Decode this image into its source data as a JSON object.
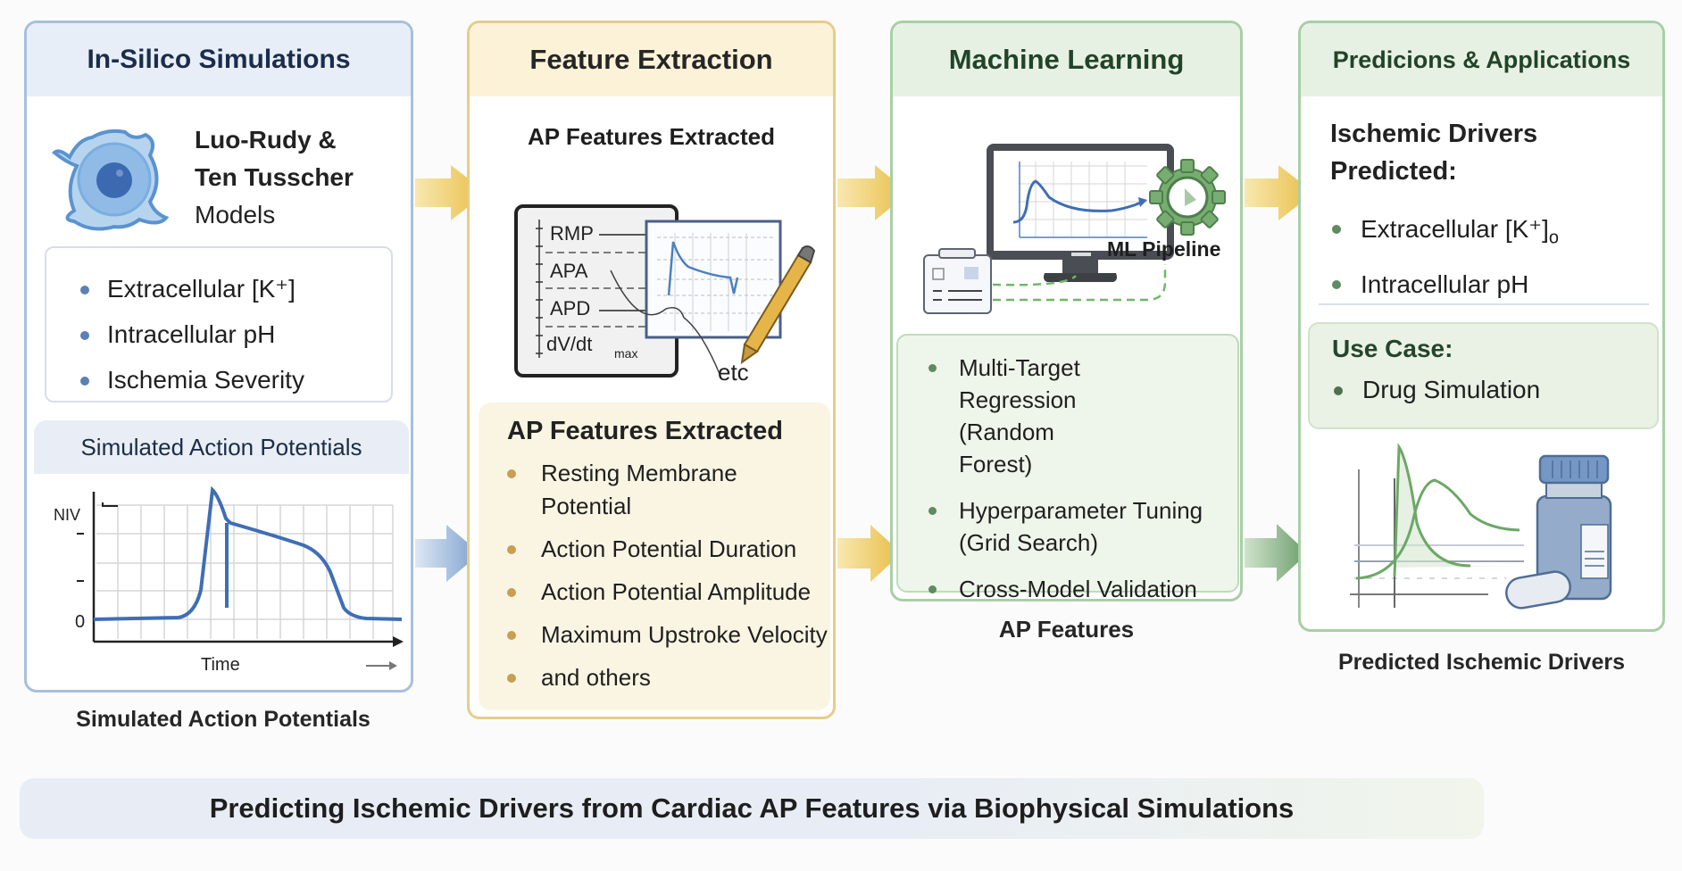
{
  "panels": {
    "simulation": {
      "title": "In-Silico Simulations",
      "model_title_lines": [
        "Luo-Rudy &",
        "Ten Tusscher",
        "Models"
      ],
      "variables": [
        "Extracellular [K⁺]",
        "Intracellular pH",
        "Ischemia Severity"
      ],
      "chart_header": "Simulated Action Potentials",
      "chart": {
        "y_label": "NIV",
        "y_zero": "0",
        "x_label": "Time"
      },
      "caption": "Simulated Action Potentials"
    },
    "features": {
      "title": "Feature Extraction",
      "subtitle": "AP Features Extracted",
      "illustration_labels": [
        "RMP",
        "APA",
        "APD",
        "dV/dt",
        "max",
        "etc"
      ],
      "box_title": "AP Features Extracted",
      "items": [
        "Resting Membrane Potential",
        "Action Potential Duration",
        "Action Potential Amplitude",
        "Maximum Upstroke Velocity",
        "and others"
      ]
    },
    "ml": {
      "title": "Machine Learning",
      "pipeline_label": "ML Pipeline",
      "items": [
        "Multi-Target Regression (Random Forest)",
        "Hyperparameter Tuning (Grid Search)",
        "Cross-Model Validation"
      ],
      "caption": "AP Features"
    },
    "predictions": {
      "title": "Predicions & Applications",
      "subtitle_lines": [
        "Ischemic Drivers",
        "Predicted:"
      ],
      "drivers": [
        {
          "text": "Extracellular [K⁺]",
          "subscript": "o"
        },
        {
          "text": "Intracellular pH",
          "subscript": ""
        }
      ],
      "use_case_title": "Use Case:",
      "use_cases": [
        "Drug Simulation"
      ],
      "caption": "Predicted Ischemic Drivers"
    }
  },
  "banner": "Predicting Ischemic Drivers from Cardiac AP Features via Biophysical Simulations",
  "colors": {
    "blue_accent": "#5b80b5",
    "yellow_accent": "#e9c355",
    "green_accent": "#6fa06f"
  }
}
